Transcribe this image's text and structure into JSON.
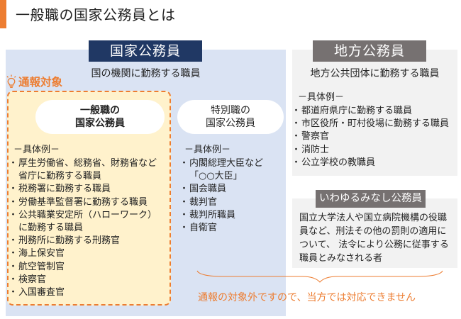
{
  "title": "一般職の国家公務員とは",
  "colors": {
    "accent_orange": "#ed7d31",
    "national_panel": "#dae3f3",
    "national_header": "#203864",
    "local_panel": "#f2f2f2",
    "local_header": "#767171",
    "target_box_fill": "#fff2cc"
  },
  "national": {
    "header": "国家公務員",
    "subtitle": "国の機関に勤務する職員",
    "target_label": "通報対象",
    "target_icon": "lightbulb-icon",
    "general": {
      "title_line1": "一般職の",
      "title_line2": "国家公務員",
      "examples_heading": "－具体例－",
      "items": [
        {
          "line1": "厚生労働省、総務省、財務省など",
          "line2": "省庁に勤務する職員"
        },
        {
          "line1": "税務署に勤務する職員"
        },
        {
          "line1": "労働基準監督署に勤務する職員"
        },
        {
          "line1": "公共職業安定所（ハローワーク）",
          "line2": "に勤務する職員"
        },
        {
          "line1": "刑務所に勤務する刑務官"
        },
        {
          "line1": "海上保安官"
        },
        {
          "line1": "航空管制官"
        },
        {
          "line1": "検察官"
        },
        {
          "line1": "入国審査官"
        }
      ]
    },
    "special": {
      "title_line1": "特別職の",
      "title_line2": "国家公務員",
      "examples_heading": "－具体例－",
      "items": [
        {
          "line1": "内閣総理大臣など",
          "line2": "「○○大臣」"
        },
        {
          "line1": "国会職員"
        },
        {
          "line1": "裁判官"
        },
        {
          "line1": "裁判所職員"
        },
        {
          "line1": "自衛官"
        }
      ]
    }
  },
  "local": {
    "header": "地方公務員",
    "subtitle": "地方公共団体に勤務する職員",
    "examples_heading": "－具体例－",
    "items": [
      {
        "line1": "都道府県庁に勤務する職員"
      },
      {
        "line1": "市区役所・町村役場に勤務する職員"
      },
      {
        "line1": "警察官"
      },
      {
        "line1": "消防士"
      },
      {
        "line1": "公立学校の教職員"
      }
    ]
  },
  "minashi": {
    "header": "いわゆるみなし公務員",
    "description": "国立大学法人や国立病院機構の役職員など、刑法その他の罰則の適用について、 法令により公務に従事する職員とみなされる者"
  },
  "note": "通報の対象外ですので、当方では対応できません"
}
